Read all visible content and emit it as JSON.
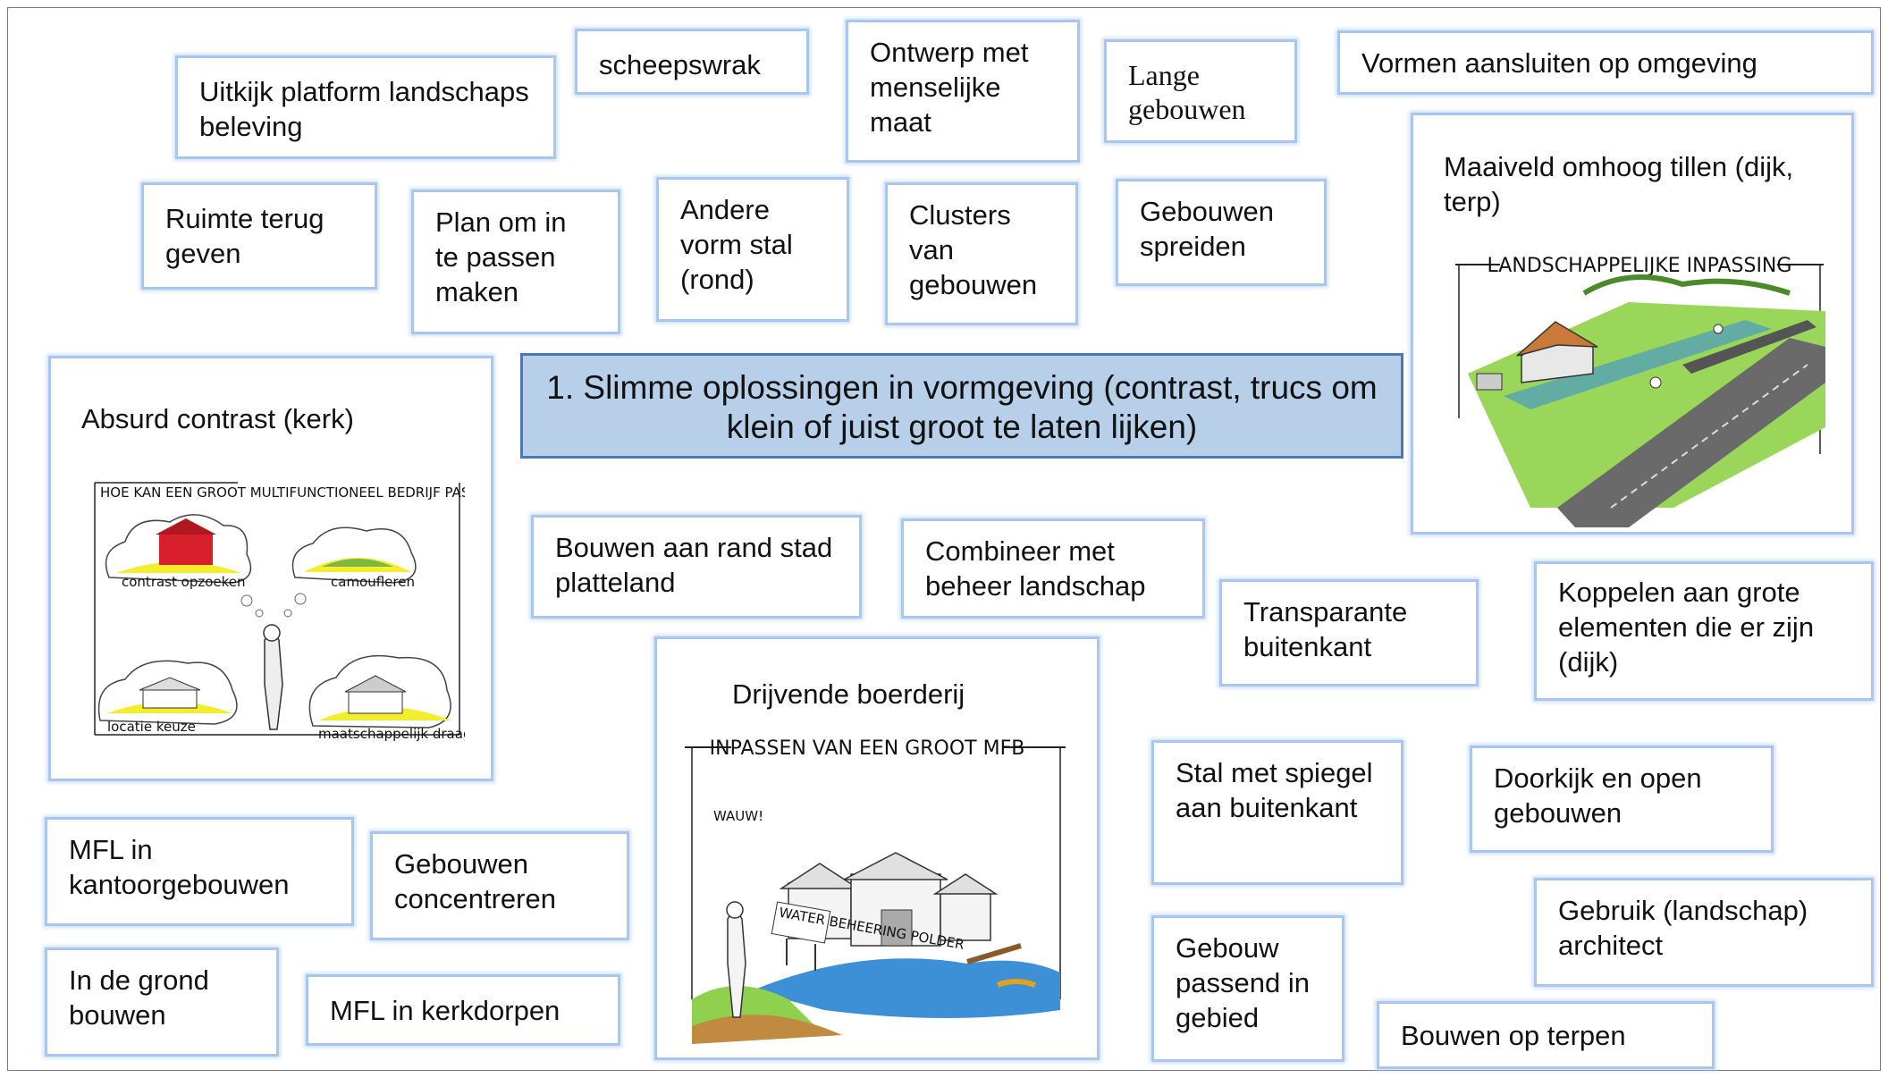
{
  "central_title": "1. Slimme oplossingen in vormgeving (contrast, trucs om klein of juist groot te laten lijken)",
  "cards": {
    "uitkijk": "Uitkijk platform landschaps beleving",
    "scheepswrak": "scheepswrak",
    "menselijke_maat": "Ontwerp met menselijke maat",
    "lange_gebouwen": "Lange gebouwen",
    "vormen_aansluiten": "Vormen aansluiten op omgeving",
    "ruimte_terug": "Ruimte terug geven",
    "plan_inpassen": "Plan om in te passen maken",
    "andere_vorm": "Andere vorm stal (rond)",
    "clusters": "Clusters van gebouwen",
    "gebouwen_spreiden": "Gebouwen spreiden",
    "maaiveld": "Maaiveld omhoog tillen (dijk, terp)",
    "absurd_contrast": "Absurd contrast (kerk)",
    "rand_stad": "Bouwen aan rand stad platteland",
    "combineer": "Combineer met beheer landschap",
    "transparante": "Transparante buitenkant",
    "koppelen": "Koppelen aan grote elementen die er zijn (dijk)",
    "drijvende": "Drijvende boerderij",
    "stal_spiegel": "Stal met spiegel aan buitenkant",
    "doorkijk": "Doorkijk en open gebouwen",
    "mfl_kantoor": "MFL in kantoorgebouwen",
    "concentreren": "Gebouwen concentreren",
    "gebruik_architect": "Gebruik (landschap) architect",
    "in_de_grond": "In de grond bouwen",
    "mfl_kerkdorpen": "MFL in kerkdorpen",
    "gebouw_passend": "Gebouw passend in gebied",
    "terpen": "Bouwen op terpen"
  },
  "sketches": {
    "landschap": {
      "title": "LANDSCHAPPELIJKE INPASSING"
    },
    "absurd": {
      "question": "HOE KAN EEN GROOT MULTIFUNCTIONEEL BEDRIJF PASSEN IN EEN LANDELIJK GEBIED?",
      "labels": [
        "contrast opzoeken",
        "camoufleren",
        "locatie keuze",
        "maatschappelijk draagvlak creëren"
      ]
    },
    "drijvend": {
      "title": "INPASSEN VAN EEN GROOT MFB",
      "speech": "WAUW!",
      "sign": "WATER BEHEERING POLDER"
    }
  },
  "colors": {
    "card_border": "#a9c6ee",
    "central_fill": "#b8cfea",
    "central_border": "#4a78b5",
    "grass": "#8fd14f",
    "water": "#3d8fd6"
  }
}
